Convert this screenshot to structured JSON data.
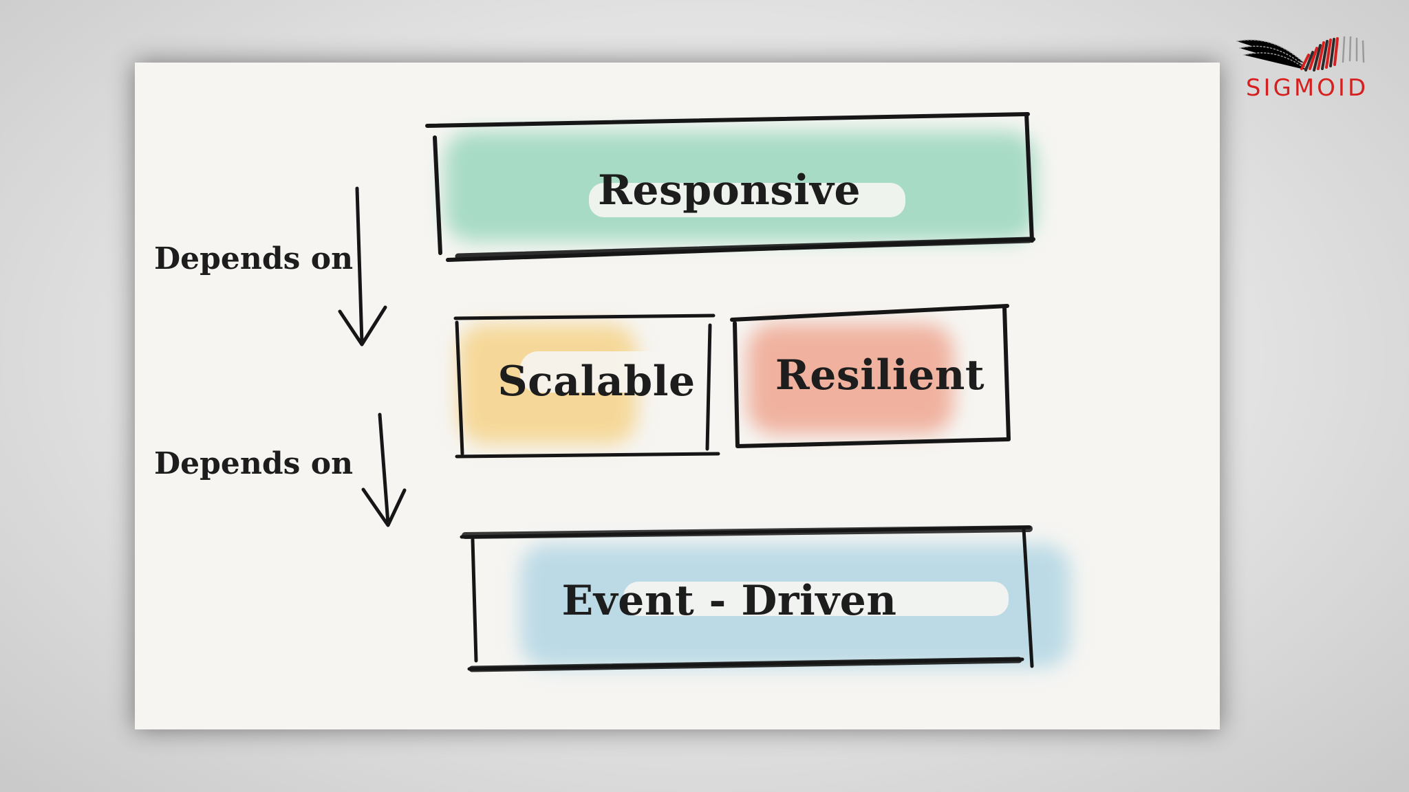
{
  "diagram": {
    "boxes": [
      {
        "id": "responsive",
        "label": "Responsive",
        "color": "#8ed3b8"
      },
      {
        "id": "scalable",
        "label": "Scalable",
        "color": "#f5cf7b"
      },
      {
        "id": "resilient",
        "label": "Resilient",
        "color": "#ee9c84"
      },
      {
        "id": "event-driven",
        "label": "Event - Driven",
        "color": "#a9d2e2"
      }
    ],
    "relations": [
      {
        "label": "Depends on",
        "from": "responsive",
        "to": "scalable-resilient"
      },
      {
        "label": "Depends on",
        "from": "scalable-resilient",
        "to": "event-driven"
      }
    ]
  },
  "logo": {
    "text": "SIGMOID",
    "color": "#d6201f"
  }
}
